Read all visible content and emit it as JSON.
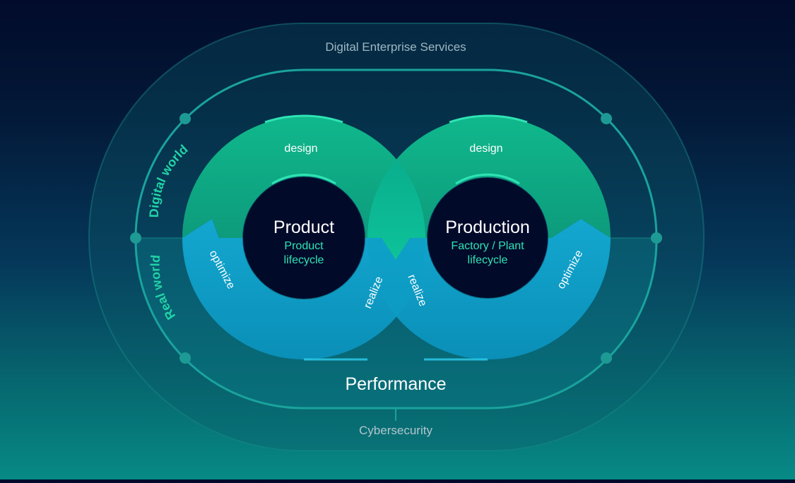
{
  "labels": {
    "outer_title": "Digital Enterprise Services",
    "bottom_label": "Cybersecurity",
    "performance": "Performance",
    "digital_world": "Digital world",
    "real_world": "Real world"
  },
  "left_loop": {
    "title": "Product",
    "subtitle_line1": "Product",
    "subtitle_line2": "lifecycle",
    "design": "design",
    "optimize": "optimize",
    "realize": "realize"
  },
  "right_loop": {
    "title": "Production",
    "subtitle_line1": "Factory / Plant",
    "subtitle_line2": "lifecycle",
    "design": "design",
    "optimize": "optimize",
    "realize": "realize"
  },
  "colors": {
    "background_top": "#020b2b",
    "background_bottom": "#078a86",
    "digital_green": "#16c99a",
    "real_cyan": "#18aed6",
    "accent_text": "#2fe3b4",
    "core_fill": "#020a2a",
    "node": "#1e9a95"
  }
}
